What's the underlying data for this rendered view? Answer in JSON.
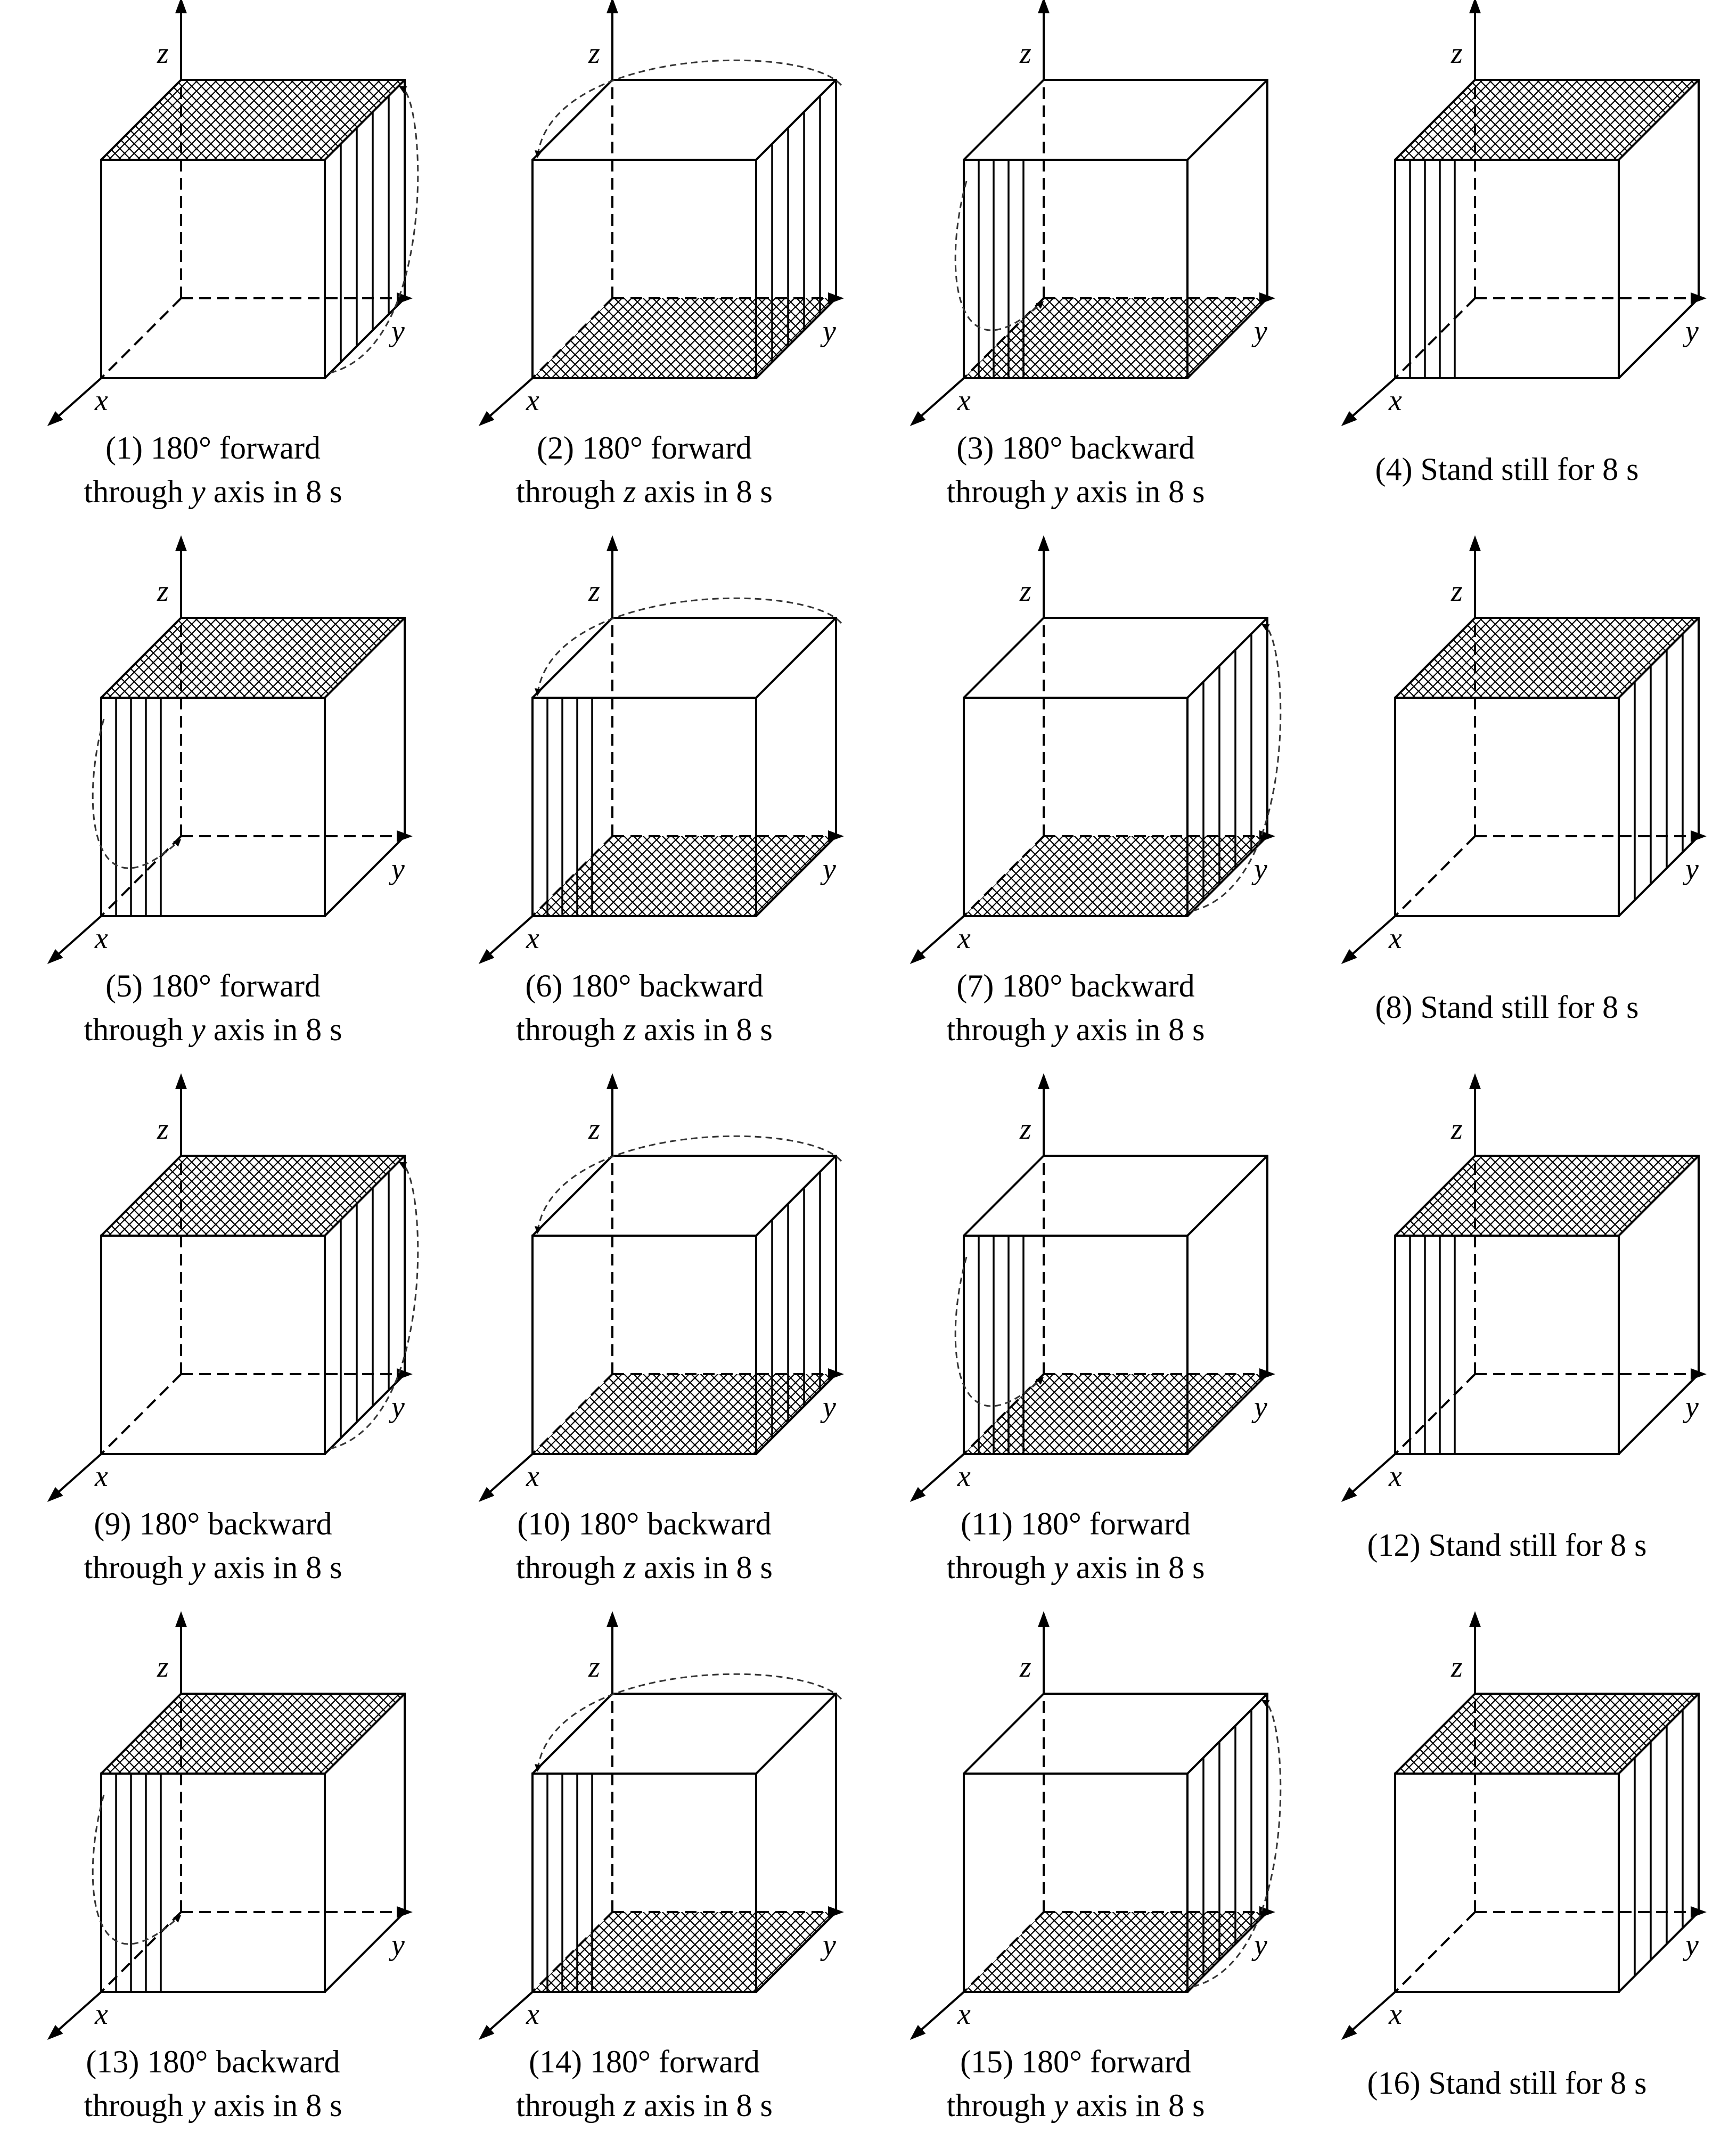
{
  "axis_labels": {
    "x": "x",
    "y": "y",
    "z": "z"
  },
  "panels": [
    {
      "id": 1,
      "line1": "(1) 180° forward",
      "line2_pre": "through ",
      "axis": "y",
      "line2_post": " axis in 8 s",
      "hatch": "top",
      "stripes": "right",
      "motion": "right-vertical"
    },
    {
      "id": 2,
      "line1": "(2) 180° forward",
      "line2_pre": "through ",
      "axis": "z",
      "line2_post": " axis in 8 s",
      "hatch": "bottom",
      "stripes": "right",
      "motion": "top-arc"
    },
    {
      "id": 3,
      "line1": "(3) 180° backward",
      "line2_pre": "through ",
      "axis": "y",
      "line2_post": " axis in 8 s",
      "hatch": "bottom",
      "stripes": "left",
      "motion": "left-vertical"
    },
    {
      "id": 4,
      "line1": "(4) Stand still for 8 s",
      "line2_pre": "",
      "axis": "",
      "line2_post": "",
      "hatch": "top",
      "stripes": "left",
      "motion": "none"
    },
    {
      "id": 5,
      "line1": "(5) 180° forward",
      "line2_pre": "through ",
      "axis": "y",
      "line2_post": " axis in 8 s",
      "hatch": "top",
      "stripes": "left",
      "motion": "left-vertical"
    },
    {
      "id": 6,
      "line1": "(6) 180° backward",
      "line2_pre": "through ",
      "axis": "z",
      "line2_post": " axis in 8 s",
      "hatch": "bottom",
      "stripes": "left",
      "motion": "top-arc"
    },
    {
      "id": 7,
      "line1": "(7) 180° backward",
      "line2_pre": "through ",
      "axis": "y",
      "line2_post": " axis in 8 s",
      "hatch": "bottom",
      "stripes": "right",
      "motion": "right-vertical"
    },
    {
      "id": 8,
      "line1": "(8) Stand still for 8 s",
      "line2_pre": "",
      "axis": "",
      "line2_post": "",
      "hatch": "top",
      "stripes": "right",
      "motion": "none"
    },
    {
      "id": 9,
      "line1": "(9) 180° backward",
      "line2_pre": "through ",
      "axis": "y",
      "line2_post": " axis in 8 s",
      "hatch": "top",
      "stripes": "right",
      "motion": "right-vertical"
    },
    {
      "id": 10,
      "line1": "(10) 180° backward",
      "line2_pre": "through ",
      "axis": "z",
      "line2_post": " axis in 8 s",
      "hatch": "bottom",
      "stripes": "right",
      "motion": "top-arc"
    },
    {
      "id": 11,
      "line1": "(11) 180° forward",
      "line2_pre": "through ",
      "axis": "y",
      "line2_post": " axis in 8 s",
      "hatch": "bottom",
      "stripes": "left",
      "motion": "left-vertical"
    },
    {
      "id": 12,
      "line1": "(12) Stand still for 8 s",
      "line2_pre": "",
      "axis": "",
      "line2_post": "",
      "hatch": "top",
      "stripes": "left",
      "motion": "none"
    },
    {
      "id": 13,
      "line1": "(13) 180° backward",
      "line2_pre": "through ",
      "axis": "y",
      "line2_post": " axis in 8 s",
      "hatch": "top",
      "stripes": "left",
      "motion": "left-vertical"
    },
    {
      "id": 14,
      "line1": "(14) 180° forward",
      "line2_pre": "through ",
      "axis": "z",
      "line2_post": " axis in 8 s",
      "hatch": "bottom",
      "stripes": "left",
      "motion": "top-arc"
    },
    {
      "id": 15,
      "line1": "(15) 180° forward",
      "line2_pre": "through ",
      "axis": "y",
      "line2_post": " axis in 8 s",
      "hatch": "bottom",
      "stripes": "right",
      "motion": "right-vertical"
    },
    {
      "id": 16,
      "line1": "(16) Stand still for 8 s",
      "line2_pre": "",
      "axis": "",
      "line2_post": "",
      "hatch": "top",
      "stripes": "right",
      "motion": "none"
    }
  ]
}
